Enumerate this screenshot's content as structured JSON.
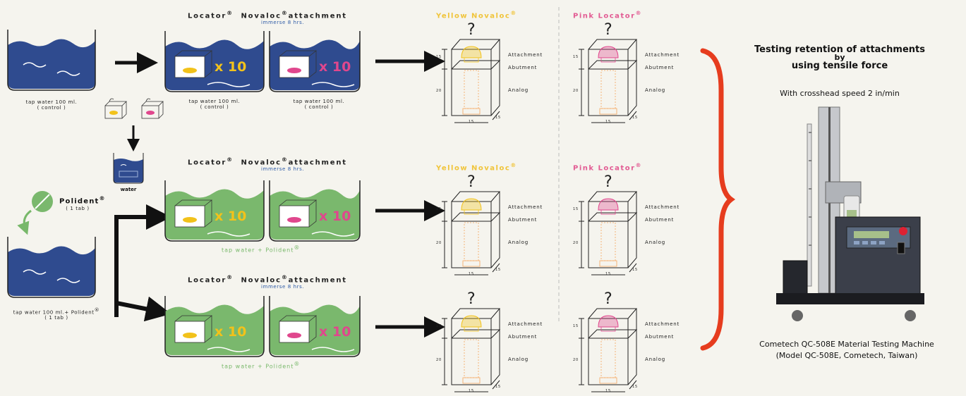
{
  "control": {
    "caption_line1": "tap water 100 ml.",
    "caption_line2": "( control )"
  },
  "water_label": "water",
  "polident": {
    "name": "Polident",
    "mark": "®",
    "dose": "( 1 tab )"
  },
  "polident_beaker": {
    "caption": "tap water 100 ml.+ Polident",
    "mark": "®",
    "dose": "( 1 tab )"
  },
  "groups": [
    {
      "header_locator": "Locator",
      "header_novaloc": "Novaloc",
      "header_attachment": "attachment",
      "mark": "®",
      "duration": "immerse 8 hrs.",
      "multiplier": "x 10",
      "caption_line1": "tap water 100 ml.",
      "caption_line2": "( control )"
    },
    {
      "header_locator": "Locator",
      "header_novaloc": "Novaloc",
      "header_attachment": "attachment",
      "mark": "®",
      "duration": "immerse 8 hrs.",
      "multiplier": "x 10",
      "caption": "tap water + Polident",
      "caption_mark": "®"
    },
    {
      "header_locator": "Locator",
      "header_novaloc": "Novaloc",
      "header_attachment": "attachment",
      "mark": "®",
      "duration": "immerse 8 hrs.",
      "multiplier": "x 10",
      "caption": "tap water + Polident",
      "caption_mark": "®"
    }
  ],
  "columns": {
    "yellow": "Yellow Novaloc",
    "pink": "Pink Locator",
    "mark": "®"
  },
  "specimen_labels": {
    "attachment": "Attachment",
    "abutment": "Abutment",
    "analog": "Analog",
    "question": "?",
    "dim_top": "15",
    "dim_body": "20",
    "dim_width": "15",
    "dim_depth": "15"
  },
  "testing": {
    "title_line1": "Testing retention of attachments",
    "title_line2": "by",
    "title_line3": "using tensile force",
    "speed": "With crosshead speed 2 in/min",
    "machine_line1": "Cometech QC-508E Material Testing Machine",
    "machine_line2": "(Model QC-508E, Cometech, Taiwan)"
  },
  "colors": {
    "water_blue": "#2f4b8f",
    "polident_green": "#7ab86d",
    "yellow": "#f2c21b",
    "pink": "#e0478d",
    "brace_red": "#e63c1e",
    "yellow_text": "#f0c43a",
    "pink_text": "#e25b93"
  },
  "icons": [
    "beaker-icon",
    "arrow-right-icon",
    "arrow-down-icon",
    "pill-icon",
    "specimen-box-icon",
    "tensile-machine-icon",
    "brace-icon"
  ]
}
